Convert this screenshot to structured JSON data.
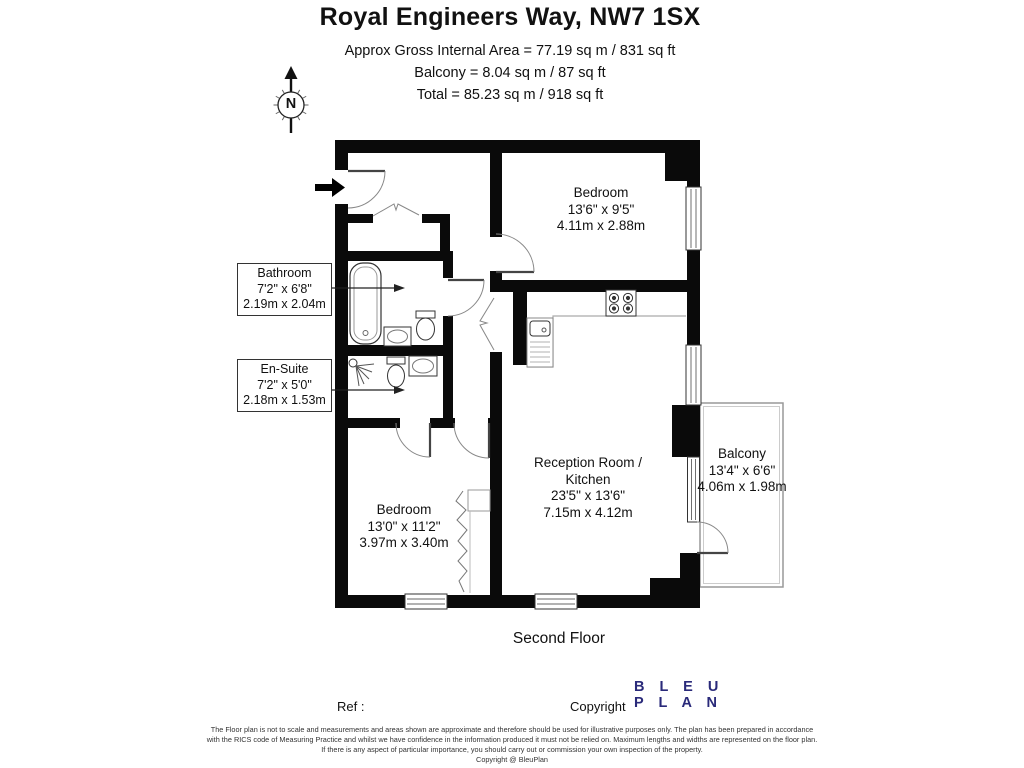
{
  "header": {
    "title": "Royal Engineers Way, NW7 1SX",
    "area_line1": "Approx Gross Internal Area = 77.19 sq m / 831 sq ft",
    "area_line2": "Balcony = 8.04 sq m / 87 sq ft",
    "area_line3": "Total = 85.23 sq m / 918 sq ft"
  },
  "compass": {
    "label": "N"
  },
  "rooms": {
    "bedroom1": {
      "name": "Bedroom",
      "imperial": "13'6\" x 9'5\"",
      "metric": "4.11m x 2.88m"
    },
    "bedroom2": {
      "name": "Bedroom",
      "imperial": "13'0\" x 11'2\"",
      "metric": "3.97m x 3.40m"
    },
    "reception": {
      "name_line1": "Reception Room /",
      "name_line2": "Kitchen",
      "imperial": "23'5\" x 13'6\"",
      "metric": "7.15m x 4.12m"
    },
    "balcony": {
      "name": "Balcony",
      "imperial": "13'4\" x 6'6\"",
      "metric": "4.06m x 1.98m"
    },
    "bathroom": {
      "name": "Bathroom",
      "imperial": "7'2\" x 6'8\"",
      "metric": "2.19m x 2.04m"
    },
    "ensuite": {
      "name": "En-Suite",
      "imperial": "7'2\" x 5'0\"",
      "metric": "2.18m x 1.53m"
    }
  },
  "floor_label": "Second Floor",
  "footer": {
    "ref_label": "Ref :",
    "copyright_label": "Copyright",
    "logo_line1": "B L E U",
    "logo_line2": "P L A N",
    "logo_color": "#2a2a7a"
  },
  "disclaimer": {
    "line1": "The Floor plan is not to scale and measurements and areas shown are approximate and therefore should be used for illustrative purposes only. The plan has been prepared in accordance",
    "line2": "with the RICS code of Measuring Practice and whilst we have confidence in the information produced it must not be relied on. Maximum lengths and widths are represented on the floor plan.",
    "line3": "If there is any aspect of particular importance, you should carry out or commission your own inspection of the property.",
    "line4": "Copyright @ BleuPlan"
  },
  "icons": {
    "compass": "compass-north-icon",
    "entrance": "entrance-arrow-icon",
    "bathtub": "bathtub-icon",
    "toilet": "toilet-icon",
    "sink": "sink-icon",
    "shower": "shower-icon",
    "hob": "hob-icon",
    "kitchen_sink": "kitchen-sink-icon",
    "wardrobe": "wardrobe-icon"
  }
}
